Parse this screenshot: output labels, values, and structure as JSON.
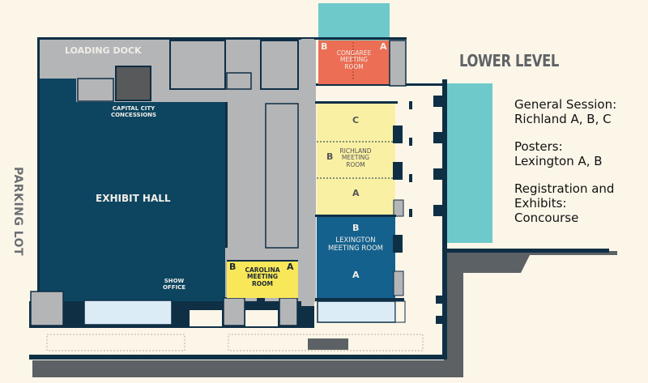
{
  "map": {
    "title": "LOWER LEVEL",
    "outside_label": "PARKING LOT",
    "colors": {
      "background": "#fcf6e9",
      "exhibit_hall": "#0d4560",
      "service_gray": "#b4b5b7",
      "walls": "#0f2f45",
      "congaree": "#ec6e55",
      "richland": "#faf0a4",
      "lexington": "#14618e",
      "carolina": "#f9e75a",
      "teal_highlight": "#6ec9cb",
      "concessions": "#58595b",
      "restrooms": "#dcecf7",
      "dark_gray_band": "#5c6166"
    },
    "areas": {
      "loading_dock": "LOADING DOCK",
      "concessions": "CAPITAL CITY CONCESSIONS",
      "exhibit_hall": "EXHIBIT HALL",
      "show_office": "SHOW OFFICE"
    },
    "rooms": {
      "congaree": {
        "name": "CONGAREE MEETING ROOM",
        "sections": [
          "B",
          "A"
        ]
      },
      "richland": {
        "name": "RICHLAND MEETING ROOM",
        "sections": [
          "C",
          "B",
          "A"
        ]
      },
      "lexington": {
        "name": "LEXINGTON MEETING ROOM",
        "sections": [
          "B",
          "A"
        ]
      },
      "carolina": {
        "name": "CAROLINA MEETING ROOM",
        "sections": [
          "B",
          "A"
        ]
      }
    }
  },
  "legend": [
    {
      "label": "General Session:",
      "value": "Richland A, B, C"
    },
    {
      "label": "Posters:",
      "value": "Lexington A, B"
    },
    {
      "label": "Registration and Exhibits:",
      "value": "Concourse"
    }
  ]
}
